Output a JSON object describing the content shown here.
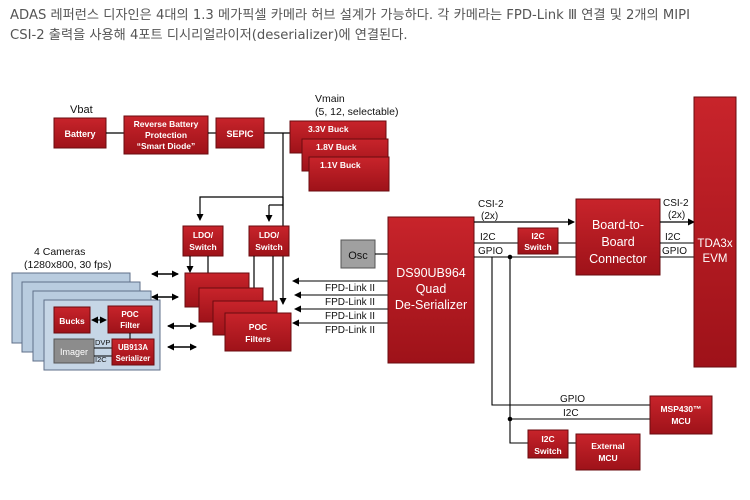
{
  "caption": {
    "line1": "ADAS 레퍼런스 디자인은 4대의 1.3 메가픽셀 카메라 허브 설계가 가능하다. 각 카메라는 FPD-Link Ⅲ 연결 및 2개의 MIPI",
    "line2": "CSI-2 출력을 사용해 4포트 디시리얼라이저(deserializer)에 연결된다."
  },
  "colors": {
    "block": "#b3161d",
    "block_dark": "#7d0d12",
    "camera": "#b4c8de",
    "camera_border": "#5f6f88"
  },
  "diagram": {
    "vbat": "Vbat",
    "battery": "Battery",
    "reverse_protection": [
      "Reverse Battery",
      "Protection",
      "“Smart Diode”"
    ],
    "sepic": "SEPIC",
    "vmain": [
      "Vmain",
      "(5, 12, selectable)"
    ],
    "buck_33": "3.3V Buck",
    "buck_18": "1.8V Buck",
    "buck_11": "1.1V Buck",
    "ldo_switch": [
      "LDO/",
      "Switch"
    ],
    "cameras": [
      "4 Cameras",
      "(1280x800, 30 fps)"
    ],
    "bucks": "Bucks",
    "poc_filter": [
      "POC",
      "Filter"
    ],
    "imager": "Imager",
    "dvp": "DVP",
    "i2c": "I2C",
    "serializer": [
      "UB913A",
      "Serializer"
    ],
    "poc_filters": [
      "POC",
      "Filters"
    ],
    "fpd_link": "FPD-Link II",
    "osc": "Osc",
    "deserializer": [
      "DS90UB964",
      "Quad",
      "De-Serializer"
    ],
    "csi2": [
      "CSI-2",
      "(2x)"
    ],
    "gpio": "GPIO",
    "i2c_switch": [
      "I2C",
      "Switch"
    ],
    "board_connector": [
      "Board-to-",
      "Board",
      "Connector"
    ],
    "tda3x": [
      "TDA3x",
      "EVM"
    ],
    "msp430": [
      "MSP430™",
      "MCU"
    ],
    "external_mcu": [
      "External",
      "MCU"
    ]
  }
}
